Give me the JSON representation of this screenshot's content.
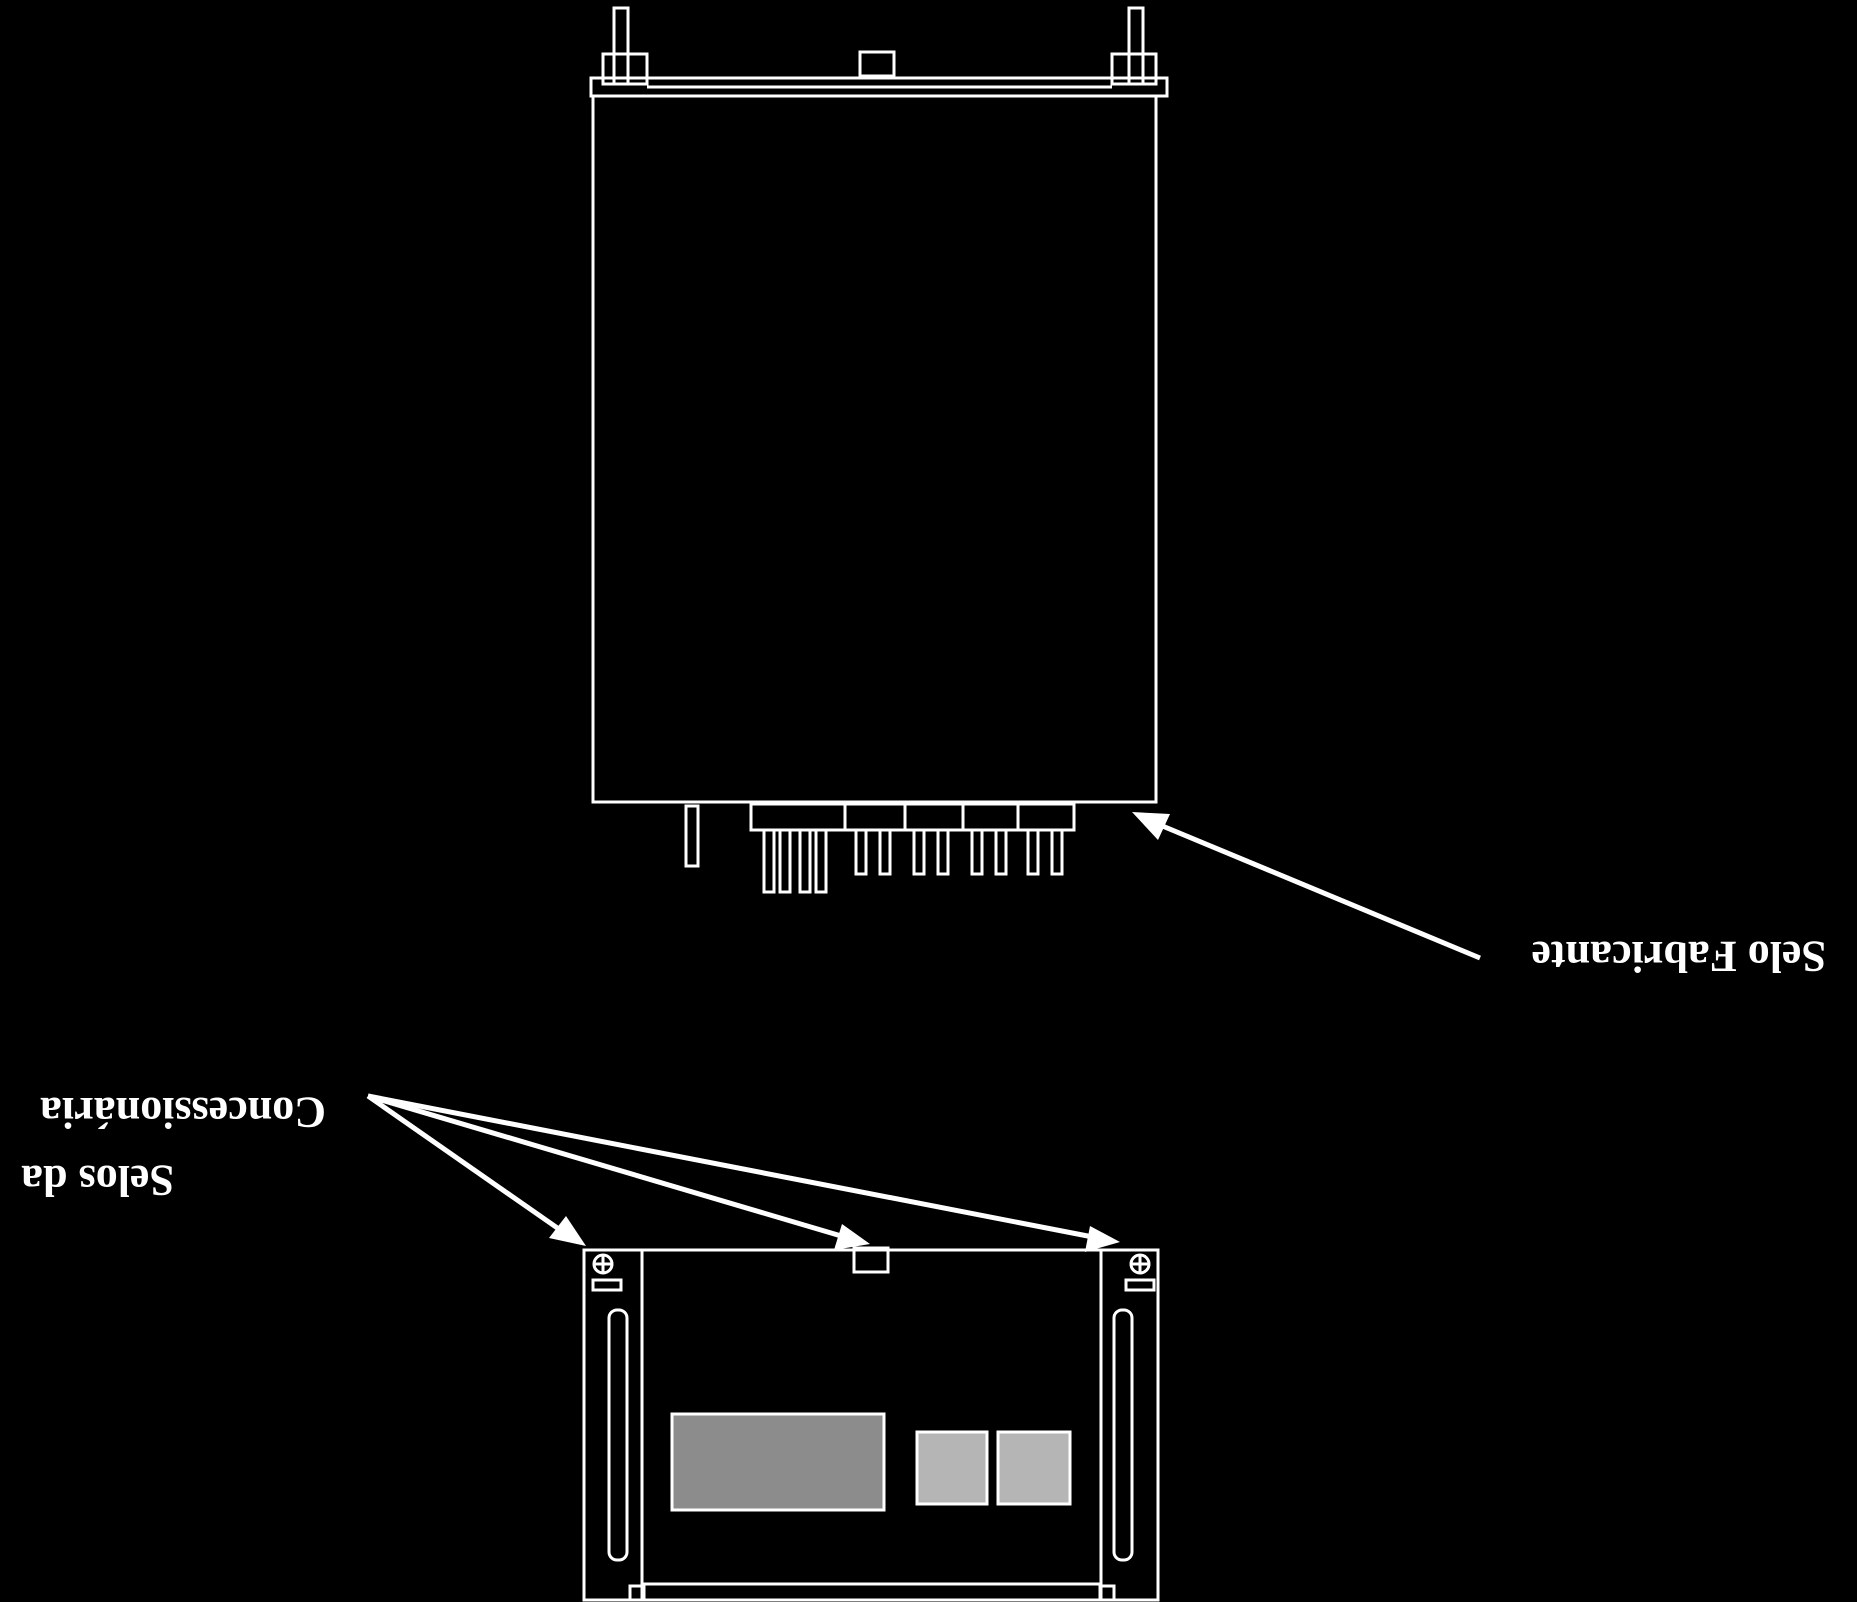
{
  "labels": {
    "selo_fabricante": "Selo Fabricante",
    "selos_line1": "Selos da",
    "selos_line2": "Concessionária"
  },
  "colors": {
    "background": "#000000",
    "line": "#ffffff",
    "seal_fill": "#8c8c8c",
    "seal_fill_light": "#b5b5b5"
  }
}
